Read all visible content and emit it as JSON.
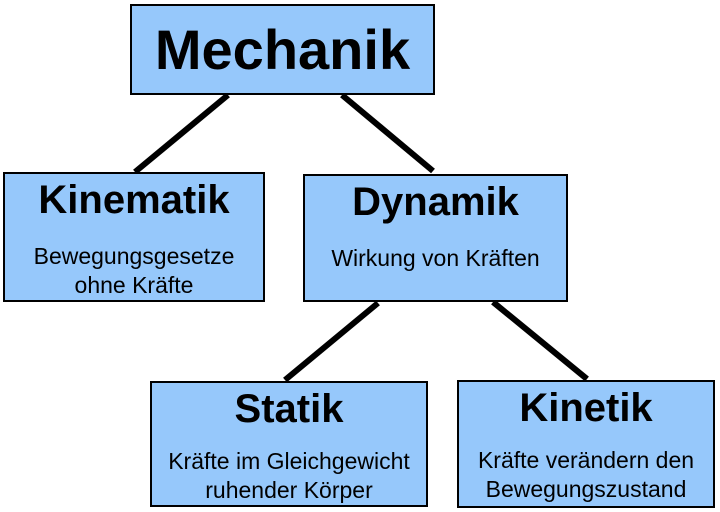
{
  "diagram_title": "Mechanik",
  "nodes": {
    "mechanik": {
      "title": "Mechanik",
      "description": ""
    },
    "kinematik": {
      "title": "Kinematik",
      "description": "Bewegungsgesetze ohne Kräfte"
    },
    "dynamik": {
      "title": "Dynamik",
      "description": "Wirkung von Kräften"
    },
    "statik": {
      "title": "Statik",
      "description": "Kräfte im Gleichgewicht ruhender Körper"
    },
    "kinetik": {
      "title": "Kinetik",
      "description": "Kräfte verändern den Bewegungszustand"
    }
  },
  "edges": [
    {
      "from": "Mechanik",
      "to": "Kinematik"
    },
    {
      "from": "Mechanik",
      "to": "Dynamik"
    },
    {
      "from": "Dynamik",
      "to": "Statik"
    },
    {
      "from": "Dynamik",
      "to": "Kinetik"
    }
  ],
  "colors": {
    "node_fill": "#96C8FB",
    "node_border": "#000000",
    "connector": "#000000",
    "background": "#FFFFFF"
  }
}
